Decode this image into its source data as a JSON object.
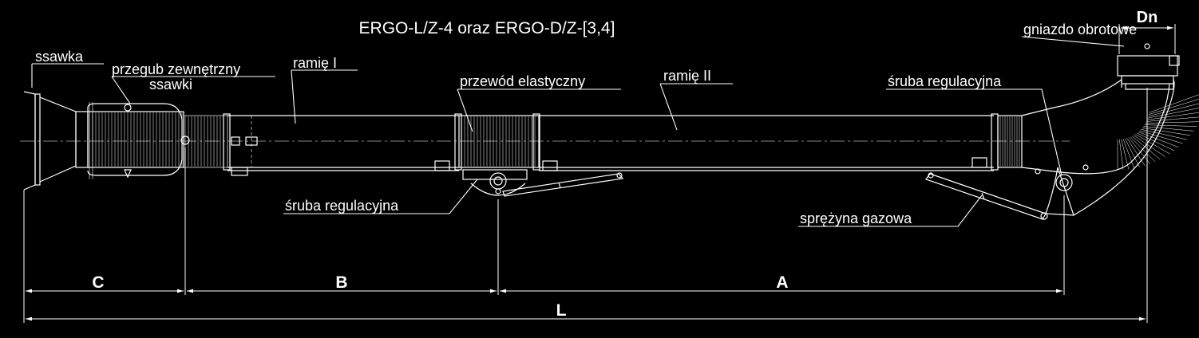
{
  "title": "ERGO-L/Z-4 oraz ERGO-D/Z-[3,4]",
  "labels": {
    "ssawka": "ssawka",
    "przegub_line1": "przegub zewnętrzny",
    "przegub_line2": "ssawki",
    "ramie1": "ramię I",
    "przewod": "przewód elastyczny",
    "ramie2": "ramię II",
    "sruba_right": "śruba regulacyjna",
    "sruba_left": "śruba regulacyjna",
    "sprezyna": "sprężyna gazowa",
    "gniazdo": "gniazdo obrotowe",
    "dn": "Dn"
  },
  "dimensions": {
    "c": "C",
    "b": "B",
    "a": "A",
    "l": "L"
  },
  "colors": {
    "background": "#000000",
    "lines": "#ffffff"
  }
}
